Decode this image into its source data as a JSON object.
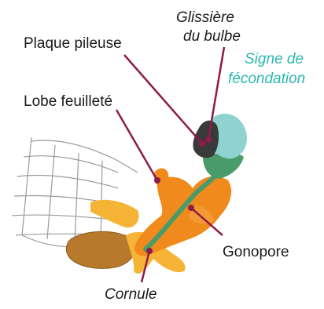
{
  "labels": {
    "plaque": "Plaque pileuse",
    "glissiere_l1": "Glissière",
    "glissiere_l2": "du bulbe",
    "signe_l1": "Signe de",
    "signe_l2": "fécondation",
    "lobe": "Lobe feuilleté",
    "gonopore": "Gonopore",
    "cornule": "Cornule"
  },
  "colors": {
    "leader": "#8e1b4c",
    "signe_text": "#2bb7ae",
    "signe_fill": "#8ed3d0",
    "green_part": "#4a9b6a",
    "orange_part": "#f08a1c",
    "yellow_part": "#f6b436",
    "brown_part": "#b77a2c",
    "dark_part": "#3a3a3a"
  }
}
